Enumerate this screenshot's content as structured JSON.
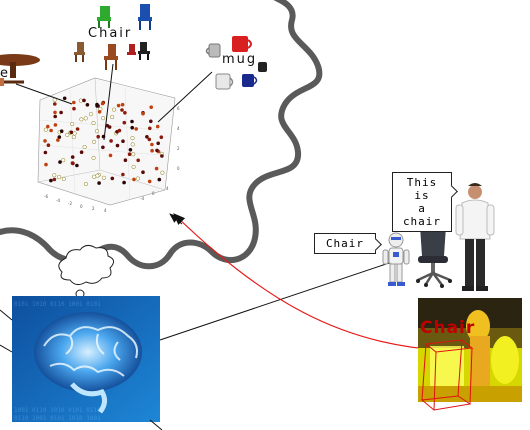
{
  "labels": {
    "chair": "Chair",
    "mug": "mug",
    "table_fragment": "e"
  },
  "speech": {
    "robot": "Chair",
    "human_line1": "This is",
    "human_line2": "a chair",
    "heatmap_word": "Chair"
  },
  "icons": {
    "chair_group": "chairs-icon",
    "mug_group": "mugs-icon",
    "table": "table-icon",
    "brain": "brain-icon",
    "robot": "robot-icon",
    "office_chair": "office-chair-icon",
    "person": "person-icon",
    "thought_cloud": "thought-bubble-icon",
    "heatmap": "depth-heatmap-icon"
  },
  "colors": {
    "arrow": "#e81818",
    "wave": "#5a5a5a",
    "heatmap_bg": "#d6d600",
    "brain_blue": "#1a73c8"
  }
}
